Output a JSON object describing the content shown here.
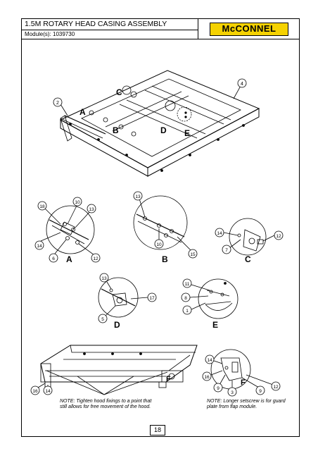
{
  "header": {
    "title": "1.5M ROTARY HEAD CASING ASSEMBLY",
    "module": "Module(s): 1039730",
    "logo_text": "McCONNEL",
    "logo_color": "#f5d200"
  },
  "main_view": {
    "callouts": [
      "2",
      "4"
    ],
    "detail_letters": [
      "A",
      "B",
      "C",
      "D",
      "E"
    ]
  },
  "details": {
    "A": {
      "letter": "A",
      "callouts": [
        "18",
        "10",
        "13",
        "14",
        "6",
        "12"
      ]
    },
    "B": {
      "letter": "B",
      "callouts": [
        "13",
        "10",
        "15"
      ]
    },
    "C": {
      "letter": "C",
      "callouts": [
        "14",
        "7",
        "12"
      ]
    },
    "D": {
      "letter": "D",
      "callouts": [
        "13",
        "17",
        "5"
      ]
    },
    "E": {
      "letter": "E",
      "callouts": [
        "11",
        "8",
        "1"
      ]
    }
  },
  "bottom_left": {
    "callouts": [
      "16",
      "14"
    ],
    "letter": "F",
    "note": "NOTE: Tighten hood fixings to a point that still allows for free movement of the hood."
  },
  "bottom_right": {
    "callouts": [
      "14",
      "16",
      "9",
      "3",
      "9",
      "12"
    ],
    "letter": "F",
    "note": "NOTE: Longer setscrew is for guard plate from flap module."
  },
  "page_number": "18"
}
